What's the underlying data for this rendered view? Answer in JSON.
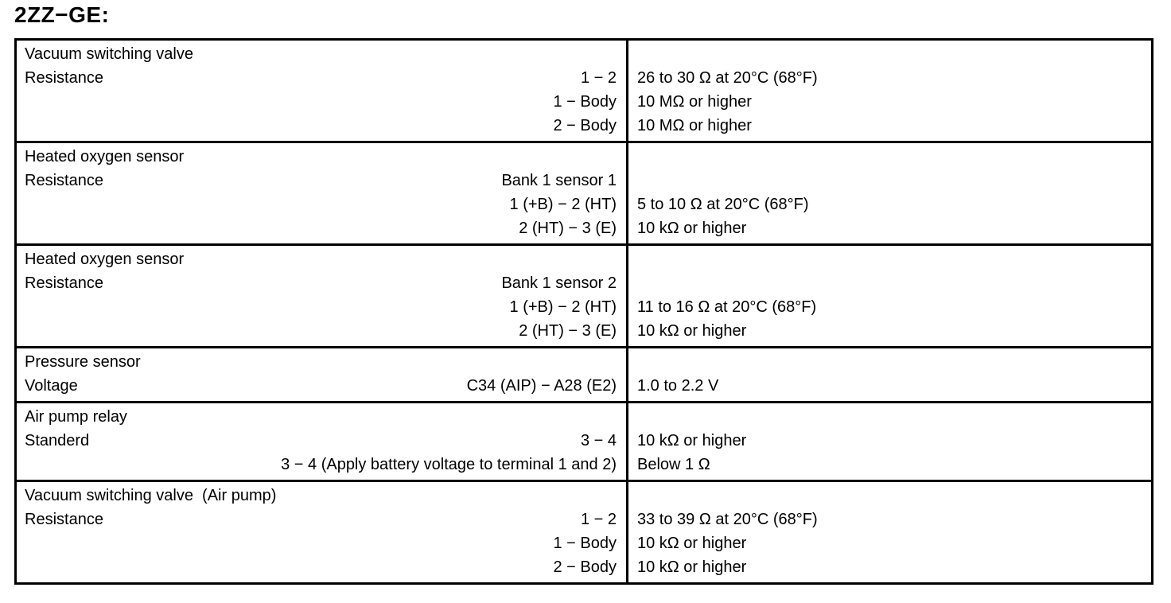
{
  "page_title": "2ZZ−GE:",
  "table": {
    "sections": [
      {
        "lines": [
          {
            "left": "Vacuum switching valve",
            "terminal": "",
            "value": ""
          },
          {
            "left": "Resistance",
            "terminal": "1 − 2",
            "value": "26 to 30 Ω at 20°C (68°F)"
          },
          {
            "left": "",
            "terminal": "1 − Body",
            "value": "10 MΩ or higher"
          },
          {
            "left": "",
            "terminal": "2 − Body",
            "value": "10 MΩ or higher"
          }
        ]
      },
      {
        "lines": [
          {
            "left": "Heated oxygen sensor",
            "terminal": "",
            "value": ""
          },
          {
            "left": "Resistance",
            "terminal": "Bank 1 sensor 1",
            "value": ""
          },
          {
            "left": "",
            "terminal": "1 (+B) − 2 (HT)",
            "value": "5 to 10 Ω at 20°C (68°F)"
          },
          {
            "left": "",
            "terminal": "2 (HT) − 3 (E)",
            "value": "10 kΩ or higher"
          }
        ]
      },
      {
        "lines": [
          {
            "left": "Heated oxygen sensor",
            "terminal": "",
            "value": ""
          },
          {
            "left": "Resistance",
            "terminal": "Bank 1 sensor 2",
            "value": ""
          },
          {
            "left": "",
            "terminal": "1 (+B) − 2 (HT)",
            "value": "11 to 16 Ω at 20°C (68°F)"
          },
          {
            "left": "",
            "terminal": "2 (HT) − 3 (E)",
            "value": "10 kΩ or higher"
          }
        ]
      },
      {
        "lines": [
          {
            "left": "Pressure sensor",
            "terminal": "",
            "value": ""
          },
          {
            "left": "Voltage",
            "terminal": "C34 (AIP) − A28 (E2)",
            "value": "1.0 to 2.2 V"
          }
        ]
      },
      {
        "lines": [
          {
            "left": "Air pump relay",
            "terminal": "",
            "value": ""
          },
          {
            "left": "Standerd",
            "terminal": "3 − 4",
            "value": "10 kΩ or higher"
          },
          {
            "left": "",
            "terminal": "3 − 4 (Apply battery voltage to terminal 1 and 2)",
            "value": "Below 1 Ω"
          }
        ]
      },
      {
        "lines": [
          {
            "left": "Vacuum switching valve  (Air pump)",
            "terminal": "",
            "value": ""
          },
          {
            "left": "Resistance",
            "terminal": "1 − 2",
            "value": "33 to 39 Ω at 20°C (68°F)"
          },
          {
            "left": "",
            "terminal": "1 − Body",
            "value": "10 kΩ or higher"
          },
          {
            "left": "",
            "terminal": "2 − Body",
            "value": "10 kΩ or higher"
          }
        ]
      }
    ]
  }
}
